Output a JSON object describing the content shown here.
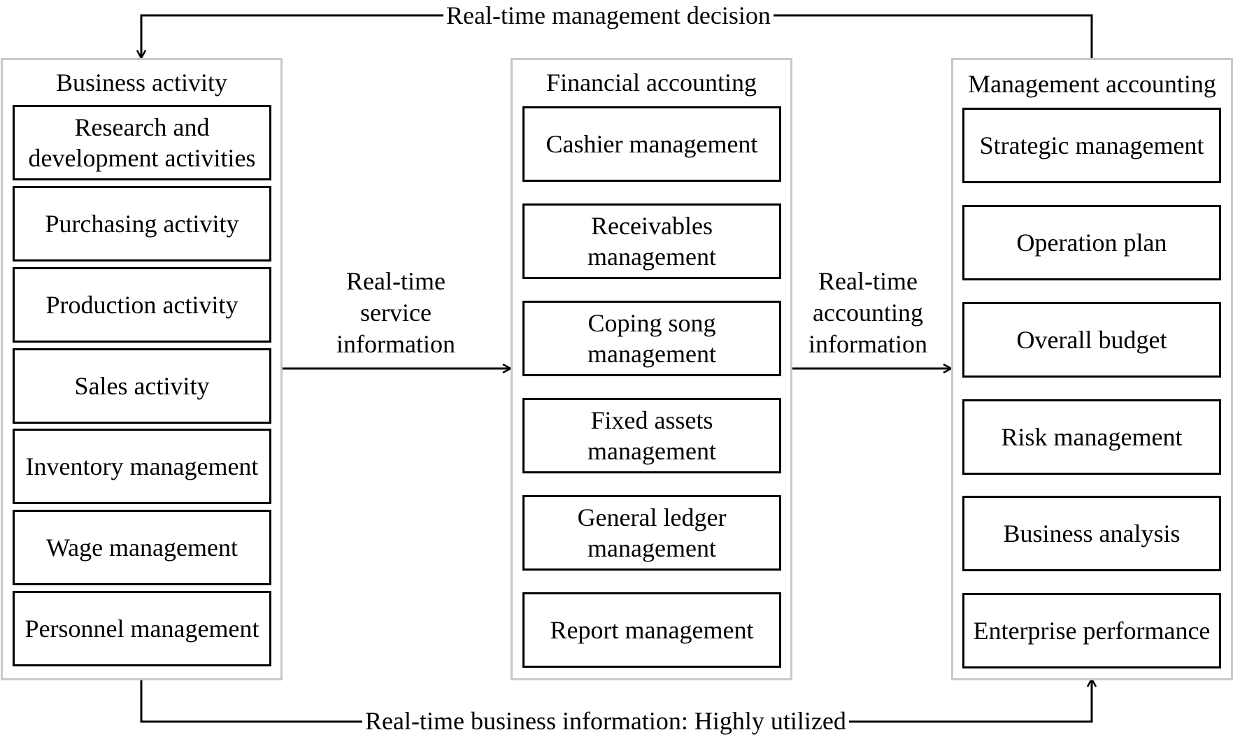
{
  "feedback_top_label": "Real-time management decision",
  "feedback_bottom_label": "Real-time business information: Highly utilized",
  "flow_1_label": "Real-time service information",
  "flow_2_label": "Real-time accounting information",
  "business": {
    "title": "Business activity",
    "items": [
      "Research and development activities",
      "Purchasing activity",
      "Production activity",
      "Sales activity",
      "Inventory management",
      "Wage management",
      "Personnel management"
    ]
  },
  "financial": {
    "title": "Financial accounting",
    "items": [
      "Cashier management",
      "Receivables management",
      "Coping song management",
      "Fixed assets management",
      "General ledger management",
      "Report management"
    ]
  },
  "management": {
    "title": "Management accounting",
    "items": [
      "Strategic management",
      "Operation plan",
      "Overall budget",
      "Risk management",
      "Business analysis",
      "Enterprise performance"
    ]
  }
}
